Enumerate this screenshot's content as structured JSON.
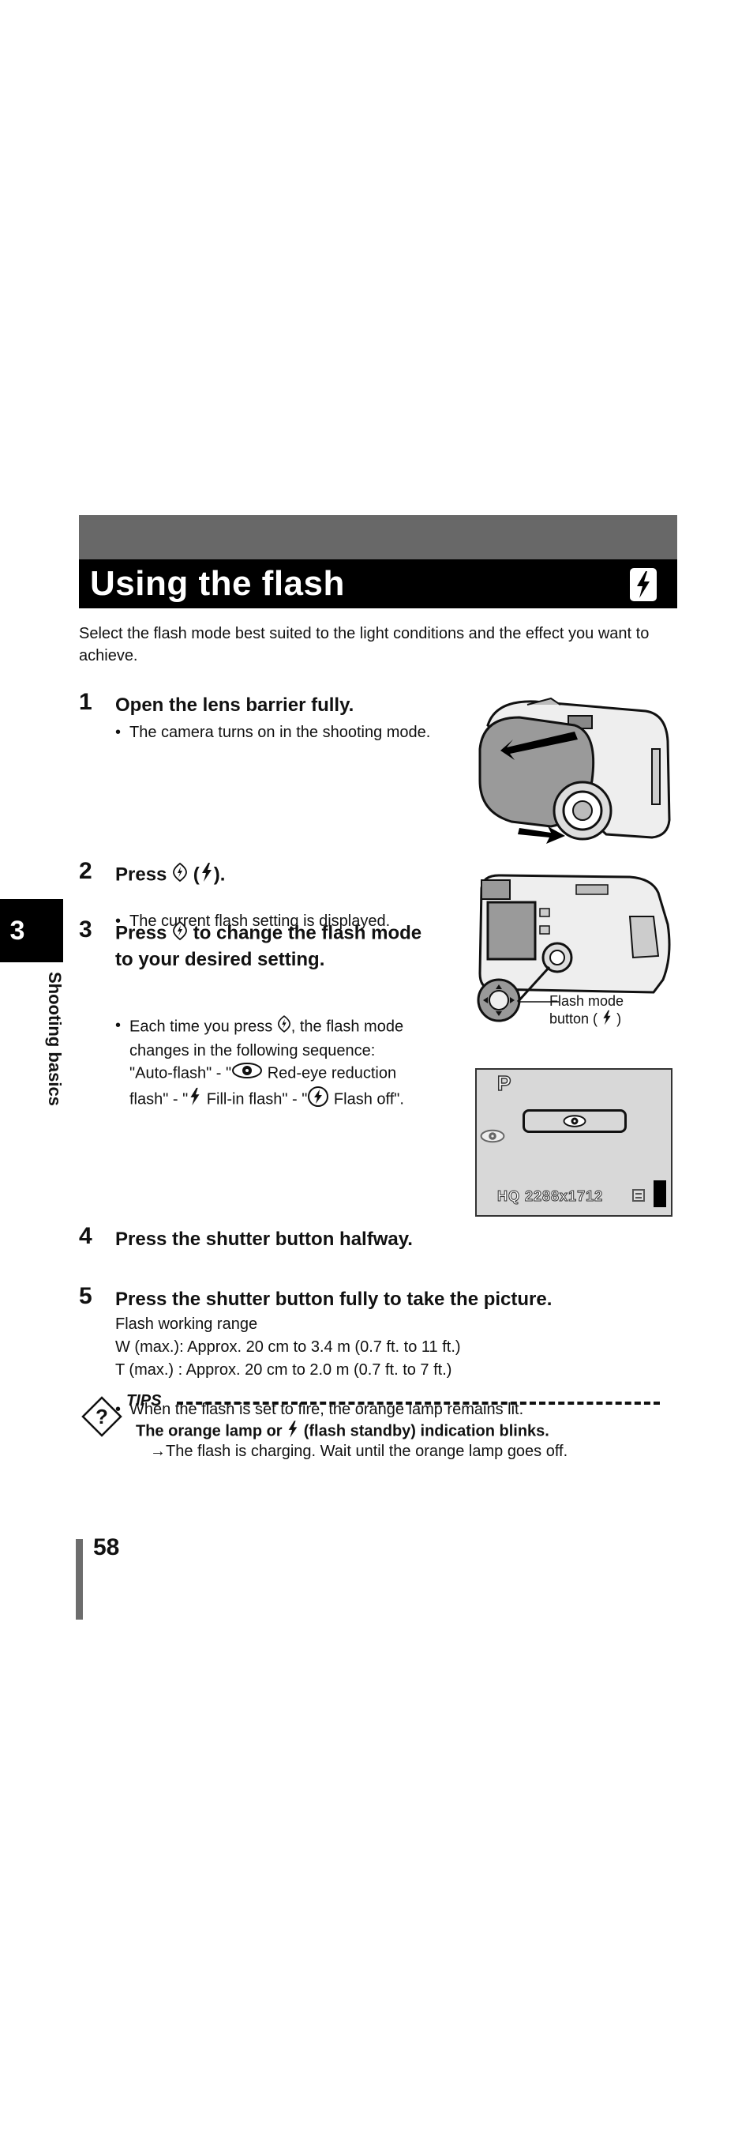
{
  "header": {
    "title": "Using the flash"
  },
  "intro": "Select the flash mode best suited to the light conditions and the effect you want to achieve.",
  "steps": [
    {
      "number": "1",
      "heading": "Open the lens barrier fully.",
      "bullet": "The camera turns on in the shooting mode."
    },
    {
      "number": "2",
      "heading_pre": "Press",
      "heading_paren_open": "(",
      "heading_paren_close": ").",
      "bullet": "The current flash setting is displayed."
    },
    {
      "number": "3",
      "heading_pre": "Press",
      "heading_post": "to change the flash mode",
      "heading_line2": "to your desired setting.",
      "bullet_pre": "Each time you press",
      "bullet_post": ", the flash mode",
      "bullet_line2": "changes in the following sequence:",
      "seq_autoflash": "\"Auto-flash\" - \"",
      "seq_redeye": "Red-eye reduction",
      "seq_flash": "flash\" - \"",
      "seq_fillin": "Fill-in flash\" - \"",
      "seq_off": "Flash off\"."
    },
    {
      "number": "4",
      "heading": "Press the shutter button halfway.",
      "bullet": "When the flash is set to fire, the orange lamp remains lit."
    },
    {
      "number": "5",
      "heading": "Press the shutter button fully to take the picture.",
      "range_title": "Flash working range",
      "range_w": "W (max.): Approx. 20 cm to 3.4 m (0.7 ft. to 11 ft.)",
      "range_t": "T (max.) : Approx. 20 cm to 2.0 m (0.7 ft. to 7 ft.)"
    }
  ],
  "flash_mode_label": {
    "line1": "Flash mode",
    "line2_pre": "button (",
    "line2_post": ")"
  },
  "lcd": {
    "mode": "P",
    "status": "HQ 2288x1712"
  },
  "tips": {
    "label": "TIPS",
    "icon_char": "?",
    "heading_pre": "The orange lamp or",
    "heading_post": "(flash standby) indication blinks.",
    "body": "→The flash is charging. Wait until the orange lamp goes off."
  },
  "side_tab": {
    "number": "3",
    "label": "Shooting basics"
  },
  "page_number": "58",
  "colors": {
    "band_grey": "#686868",
    "title_bg": "#000000",
    "lcd_bg": "#d8d8d8"
  }
}
